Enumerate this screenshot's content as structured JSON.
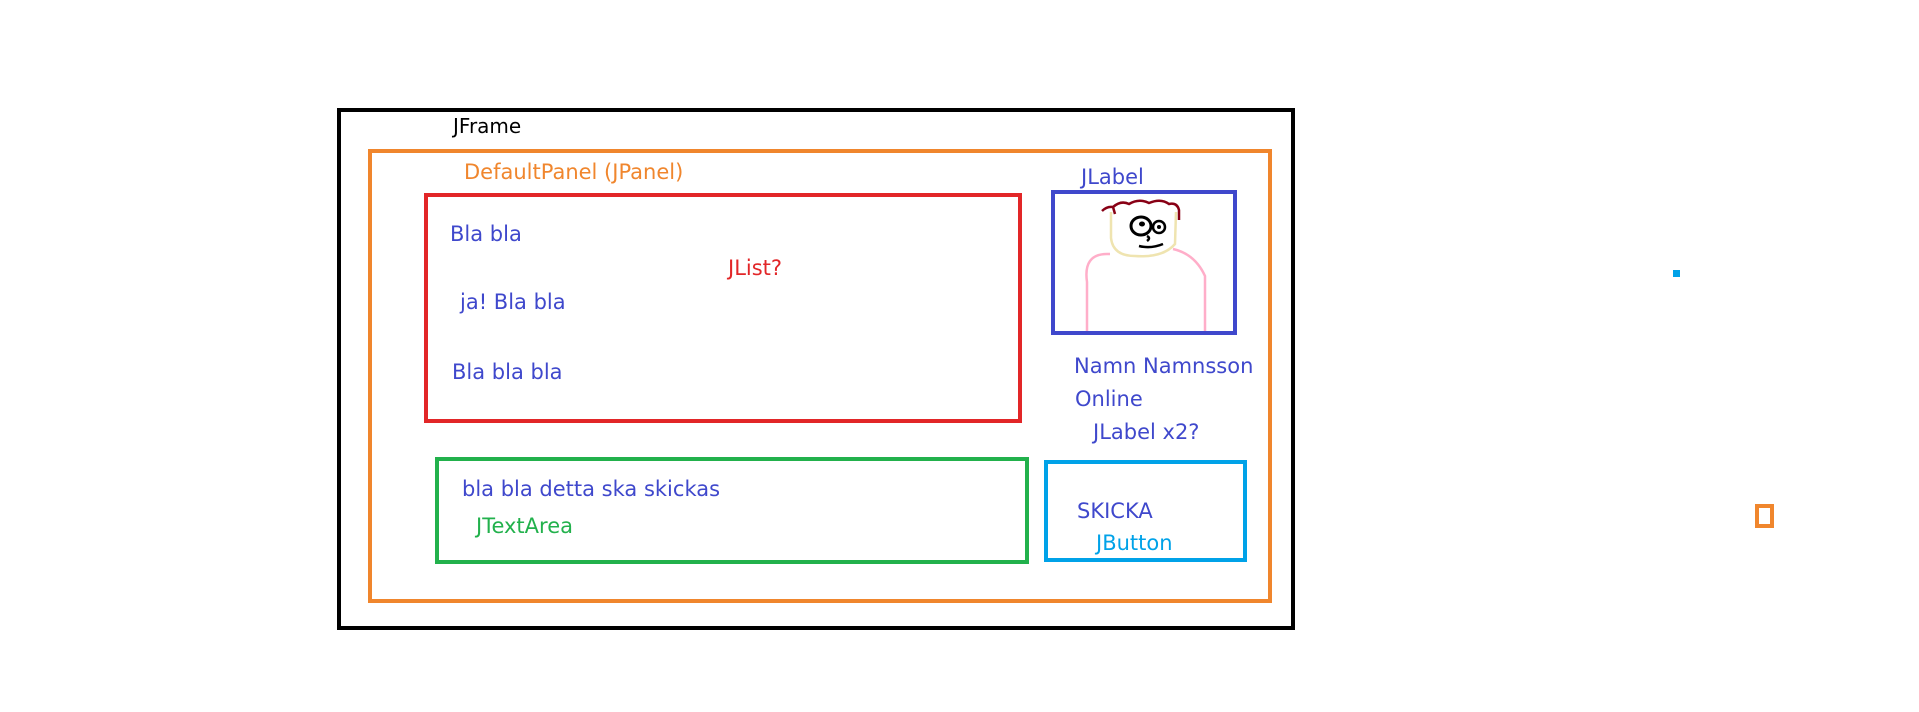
{
  "colors": {
    "frame": "#000000",
    "panel": "#f0862d",
    "list": "#e22628",
    "label": "#3f48cc",
    "textarea": "#22b14c",
    "button": "#00a2e8",
    "hair": "#880015",
    "skin": "#efe4b0",
    "body": "#ffaec9"
  },
  "frame": {
    "label": "JFrame"
  },
  "panel": {
    "label": "DefaultPanel (JPanel)"
  },
  "list": {
    "items": [
      "Bla bla",
      "ja! Bla bla",
      "Bla bla bla"
    ],
    "annotation": "JList?"
  },
  "avatar": {
    "label": "JLabel",
    "icon": "person-avatar-icon"
  },
  "user": {
    "name": "Namn Namnsson",
    "status": "Online",
    "annotation": "JLabel x2?"
  },
  "input": {
    "value": "bla bla detta ska skickas",
    "annotation": "JTextArea"
  },
  "send": {
    "label": "SKICKA",
    "annotation": "JButton"
  }
}
